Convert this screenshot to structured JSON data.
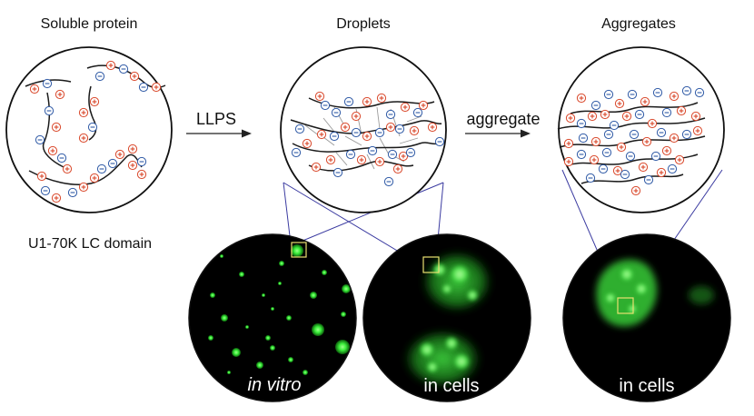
{
  "stages": [
    {
      "title": "Soluble protein",
      "sublabel": "U1-70K LC domain"
    },
    {
      "title": "Droplets"
    },
    {
      "title": "Aggregates"
    }
  ],
  "arrows": [
    "LLPS",
    "aggregate"
  ],
  "micrographs": [
    {
      "prefix": "",
      "label": "in vitro",
      "italic": true
    },
    {
      "prefix": "in ",
      "label": "cells",
      "italic": false
    },
    {
      "prefix": "in ",
      "label": "cells",
      "italic": false
    }
  ],
  "charge_symbols": {
    "positive": "+",
    "negative": "−"
  },
  "colors": {
    "positive": "#d9482b",
    "negative": "#2f5aa6",
    "chain": "#1a1a1a",
    "crosslink": "#9a9a9a",
    "zoom_line": "#3a3aa0",
    "roi_box": "#e8e070",
    "fluorescence": "#3cff3c"
  }
}
